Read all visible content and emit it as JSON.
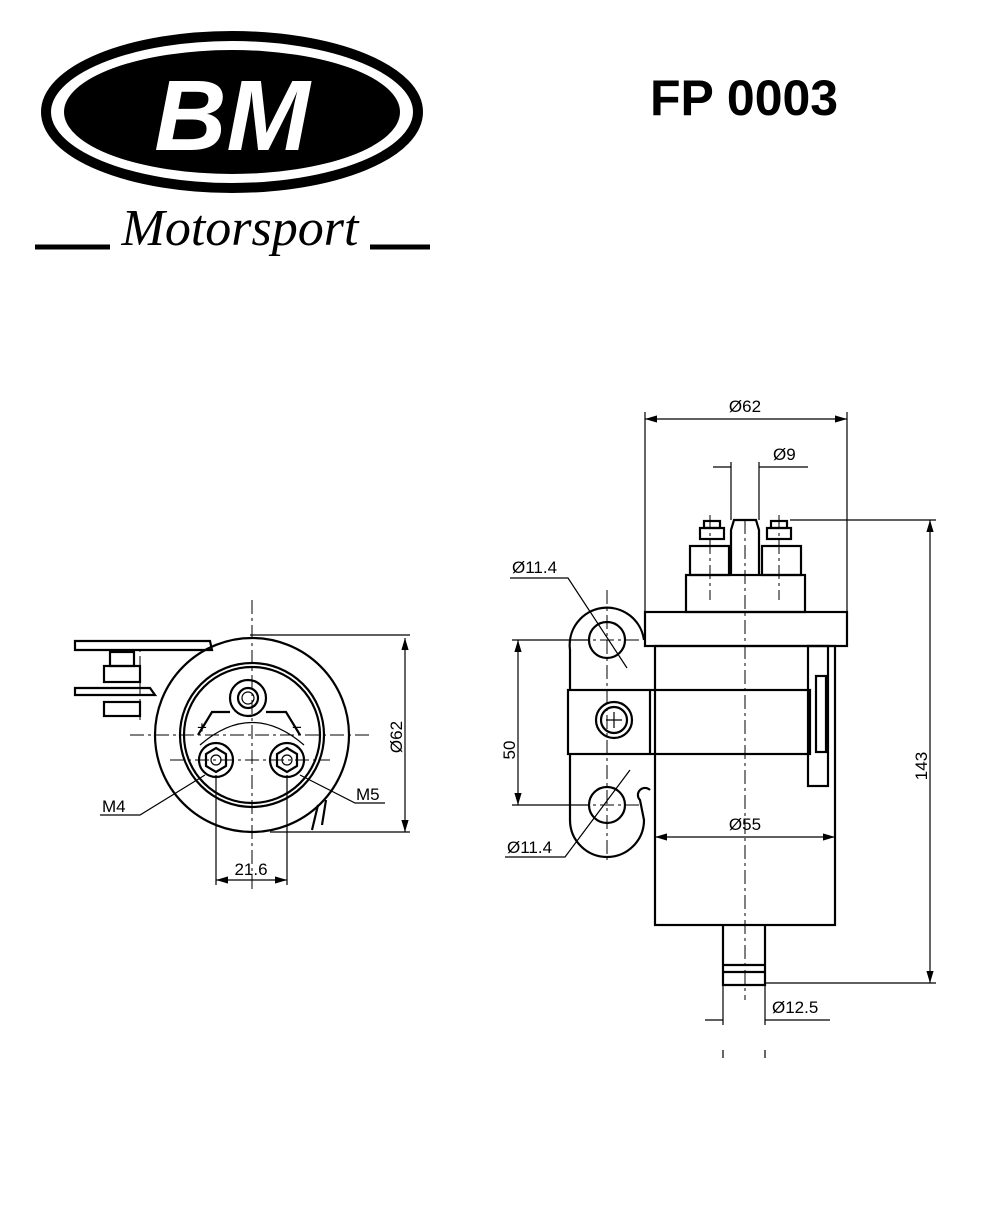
{
  "logo": {
    "brand": "BM",
    "subtitle": "Motorsport"
  },
  "title": "FP 0003",
  "end_view": {
    "labels": {
      "diameter": "Ø62",
      "spacing": "21.6",
      "thread_left": "M4",
      "thread_right": "M5",
      "plus": "+",
      "minus": "−"
    }
  },
  "side_view": {
    "labels": {
      "body_diameter_top": "Ø62",
      "outlet_diameter": "Ø9",
      "hole_top": "Ø11.4",
      "hole_bottom": "Ø11.4",
      "hole_spacing": "50",
      "body_diameter": "Ø55",
      "inlet_diameter": "Ø12.5",
      "overall_height": "143"
    }
  }
}
